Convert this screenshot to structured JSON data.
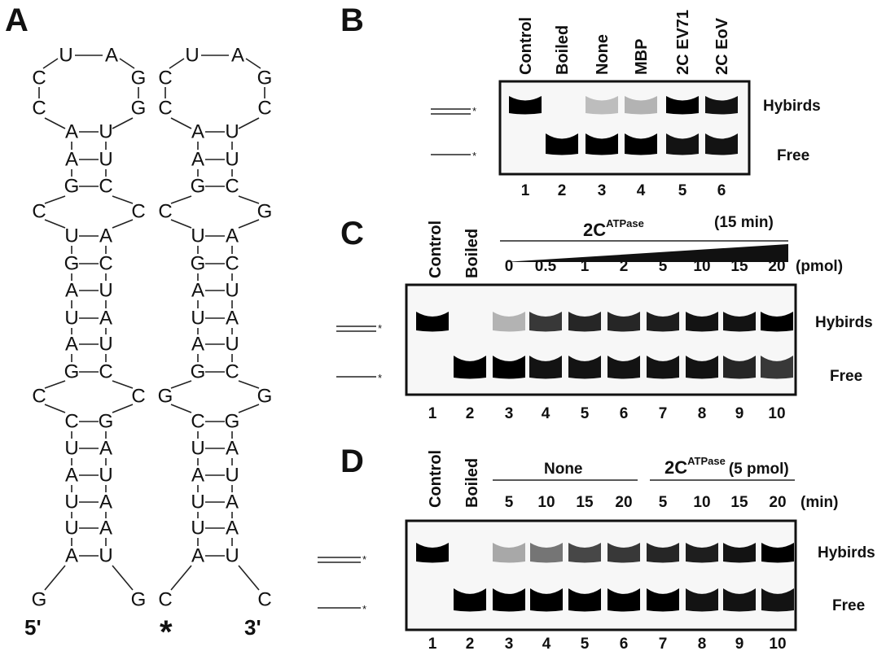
{
  "panel_a": {
    "letter": "A",
    "hairpin_left": {
      "loop": [
        "C",
        "U",
        "A",
        "G",
        "G",
        "C"
      ],
      "pairs": [
        [
          "A",
          "U"
        ],
        [
          "A",
          "U"
        ],
        [
          "G",
          "C"
        ],
        [
          "U",
          "A"
        ],
        [
          "G",
          "C"
        ],
        [
          "A",
          "U"
        ],
        [
          "U",
          "A"
        ],
        [
          "A",
          "U"
        ],
        [
          "G",
          "C"
        ],
        [
          "C",
          "G"
        ],
        [
          "U",
          "A"
        ],
        [
          "A",
          "U"
        ],
        [
          "U",
          "A"
        ],
        [
          "U",
          "A"
        ],
        [
          "A",
          "U"
        ]
      ],
      "bulge_top": [
        "C",
        "C"
      ],
      "bulge_bottom": [
        "C",
        "C"
      ],
      "tails": [
        "G",
        "G"
      ]
    },
    "hairpin_right": {
      "loop": [
        "C",
        "U",
        "A",
        "G",
        "C",
        "C"
      ],
      "pairs": [
        [
          "A",
          "U"
        ],
        [
          "A",
          "U"
        ],
        [
          "G",
          "C"
        ],
        [
          "U",
          "A"
        ],
        [
          "G",
          "C"
        ],
        [
          "A",
          "U"
        ],
        [
          "U",
          "A"
        ],
        [
          "A",
          "U"
        ],
        [
          "G",
          "C"
        ],
        [
          "C",
          "G"
        ],
        [
          "U",
          "A"
        ],
        [
          "A",
          "U"
        ],
        [
          "U",
          "A"
        ],
        [
          "U",
          "A"
        ],
        [
          "A",
          "U"
        ]
      ],
      "bulge_top": [
        "C",
        "G"
      ],
      "bulge_bottom": [
        "G",
        "G"
      ],
      "tails": [
        "C",
        "C"
      ]
    },
    "five_prime": "5'",
    "star": "*",
    "three_prime": "3'"
  },
  "panel_b": {
    "letter": "B",
    "lane_headers": [
      "Control",
      "Boiled",
      "None",
      "MBP",
      "2C EV71",
      "2C EoV"
    ],
    "lane_numbers": [
      "1",
      "2",
      "3",
      "4",
      "5",
      "6"
    ],
    "labels": {
      "hybrids": "Hybirds",
      "free": "Free"
    },
    "hybrid_band_intensity": [
      1.0,
      0.0,
      0.35,
      0.4,
      1.0,
      0.95
    ],
    "free_band_intensity": [
      0.0,
      1.0,
      1.0,
      1.0,
      0.95,
      0.95
    ]
  },
  "panel_c": {
    "letter": "C",
    "headers": [
      "Control",
      "Boiled"
    ],
    "enzyme_base": "2C",
    "enzyme_sup": "ATPase",
    "time": "(15 min)",
    "doses": [
      "0",
      "0.5",
      "1",
      "2",
      "5",
      "10",
      "15",
      "20"
    ],
    "dose_unit": "(pmol)",
    "lane_numbers": [
      "1",
      "2",
      "3",
      "4",
      "5",
      "6",
      "7",
      "8",
      "9",
      "10"
    ],
    "labels": {
      "hybrids": "Hybirds",
      "free": "Free"
    },
    "hybrid_band_intensity": [
      1.0,
      0.0,
      0.4,
      0.85,
      0.9,
      0.9,
      0.92,
      0.95,
      0.95,
      1.0
    ],
    "free_band_intensity": [
      0.0,
      1.0,
      1.0,
      0.95,
      0.95,
      0.95,
      0.95,
      0.95,
      0.9,
      0.85
    ]
  },
  "panel_d": {
    "letter": "D",
    "headers": [
      "Control",
      "Boiled"
    ],
    "group_none": "None",
    "enzyme_base": "2C",
    "enzyme_sup": "ATPase",
    "enzyme_amount": "(5 pmol)",
    "times": [
      "5",
      "10",
      "15",
      "20",
      "5",
      "10",
      "15",
      "20"
    ],
    "time_unit": "(min)",
    "lane_numbers": [
      "1",
      "2",
      "3",
      "4",
      "5",
      "6",
      "7",
      "8",
      "9",
      "10"
    ],
    "labels": {
      "hybrids": "Hybirds",
      "free": "Free"
    },
    "hybrid_band_intensity": [
      1.0,
      0.0,
      0.45,
      0.65,
      0.8,
      0.85,
      0.9,
      0.92,
      0.95,
      1.0
    ],
    "free_band_intensity": [
      0.0,
      1.0,
      1.0,
      1.0,
      1.0,
      1.0,
      1.0,
      0.95,
      0.95,
      0.95
    ]
  }
}
